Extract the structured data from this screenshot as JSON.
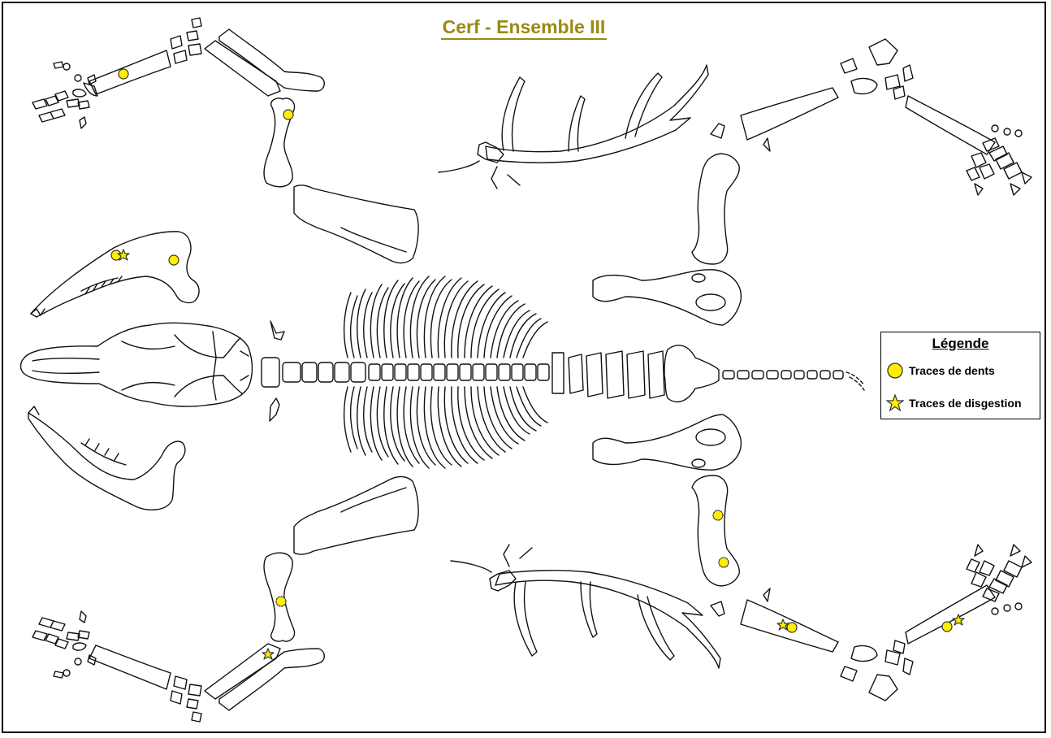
{
  "title": "Cerf - Ensemble III",
  "legend": {
    "title": "Légende",
    "items": [
      {
        "label": "Traces de dents",
        "marker": "circle"
      },
      {
        "label": "Traces de disgestion",
        "marker": "star"
      }
    ]
  },
  "colors": {
    "title": "#9a8a12",
    "marker_fill": "#ffee00",
    "marker_stroke": "#333333",
    "outline": "#111111"
  }
}
